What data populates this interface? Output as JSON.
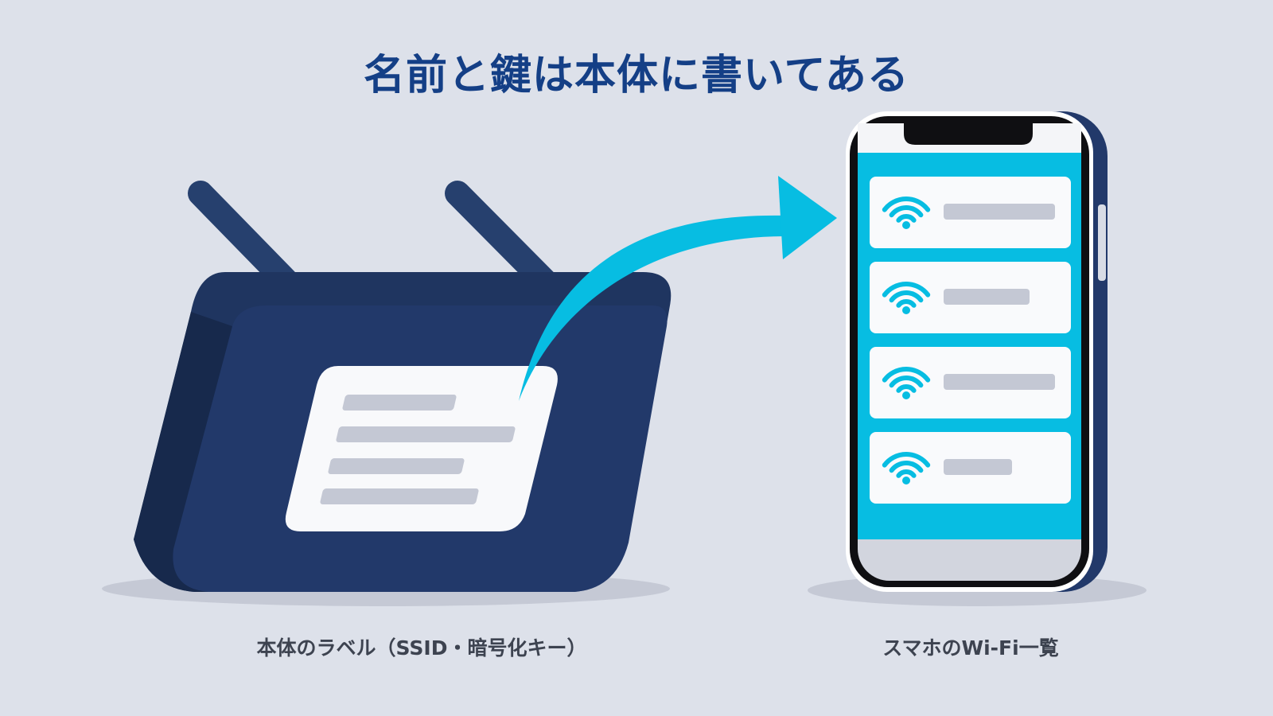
{
  "title": "名前と鍵は本体に書いてある",
  "router": {
    "caption": "本体のラベル（SSID・暗号化キー）"
  },
  "phone": {
    "caption": "スマホのWi-Fi一覧",
    "network_count": 4
  },
  "colors": {
    "background": "#dde1ea",
    "title": "#143f86",
    "router_body": "#1f3560",
    "accent_cyan": "#07bde2",
    "label_card": "#f8f9fb",
    "placeholder_bar": "#c4c8d4",
    "caption_text": "#3d4350"
  },
  "icons": {
    "network": "wifi-icon",
    "flow": "curved-arrow"
  }
}
